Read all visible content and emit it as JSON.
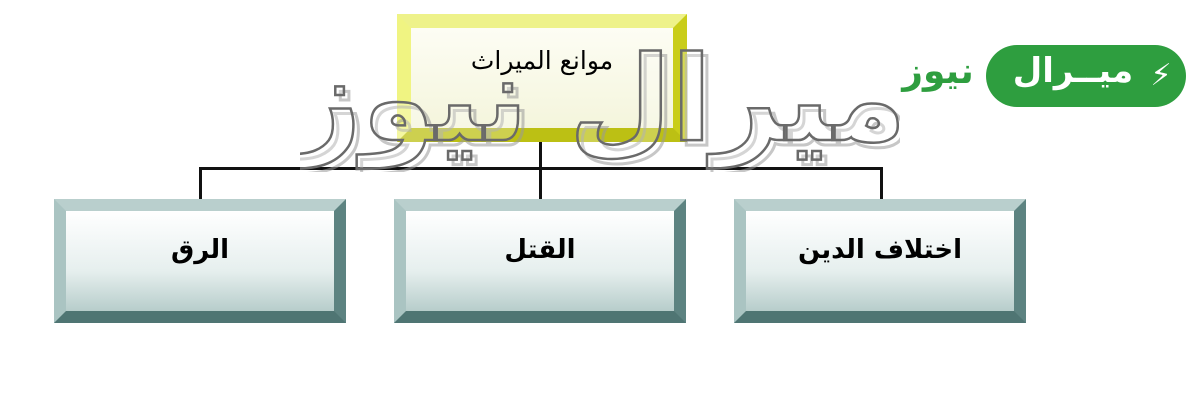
{
  "diagram": {
    "root": {
      "label": "موانع الميراث"
    },
    "children": [
      {
        "label": "اختلاف الدين"
      },
      {
        "label": "القتل"
      },
      {
        "label": "الرق"
      }
    ]
  },
  "watermark": {
    "text": "ميرال نيوز"
  },
  "logo": {
    "pill_text": "ميــرال",
    "rest_text": "نيوز",
    "icon": "lightning-bolt-icon",
    "color": "#2e9e3f"
  },
  "colors": {
    "root_border": "#d6da2a",
    "child_border": "#6f9593",
    "connector": "#111111"
  }
}
